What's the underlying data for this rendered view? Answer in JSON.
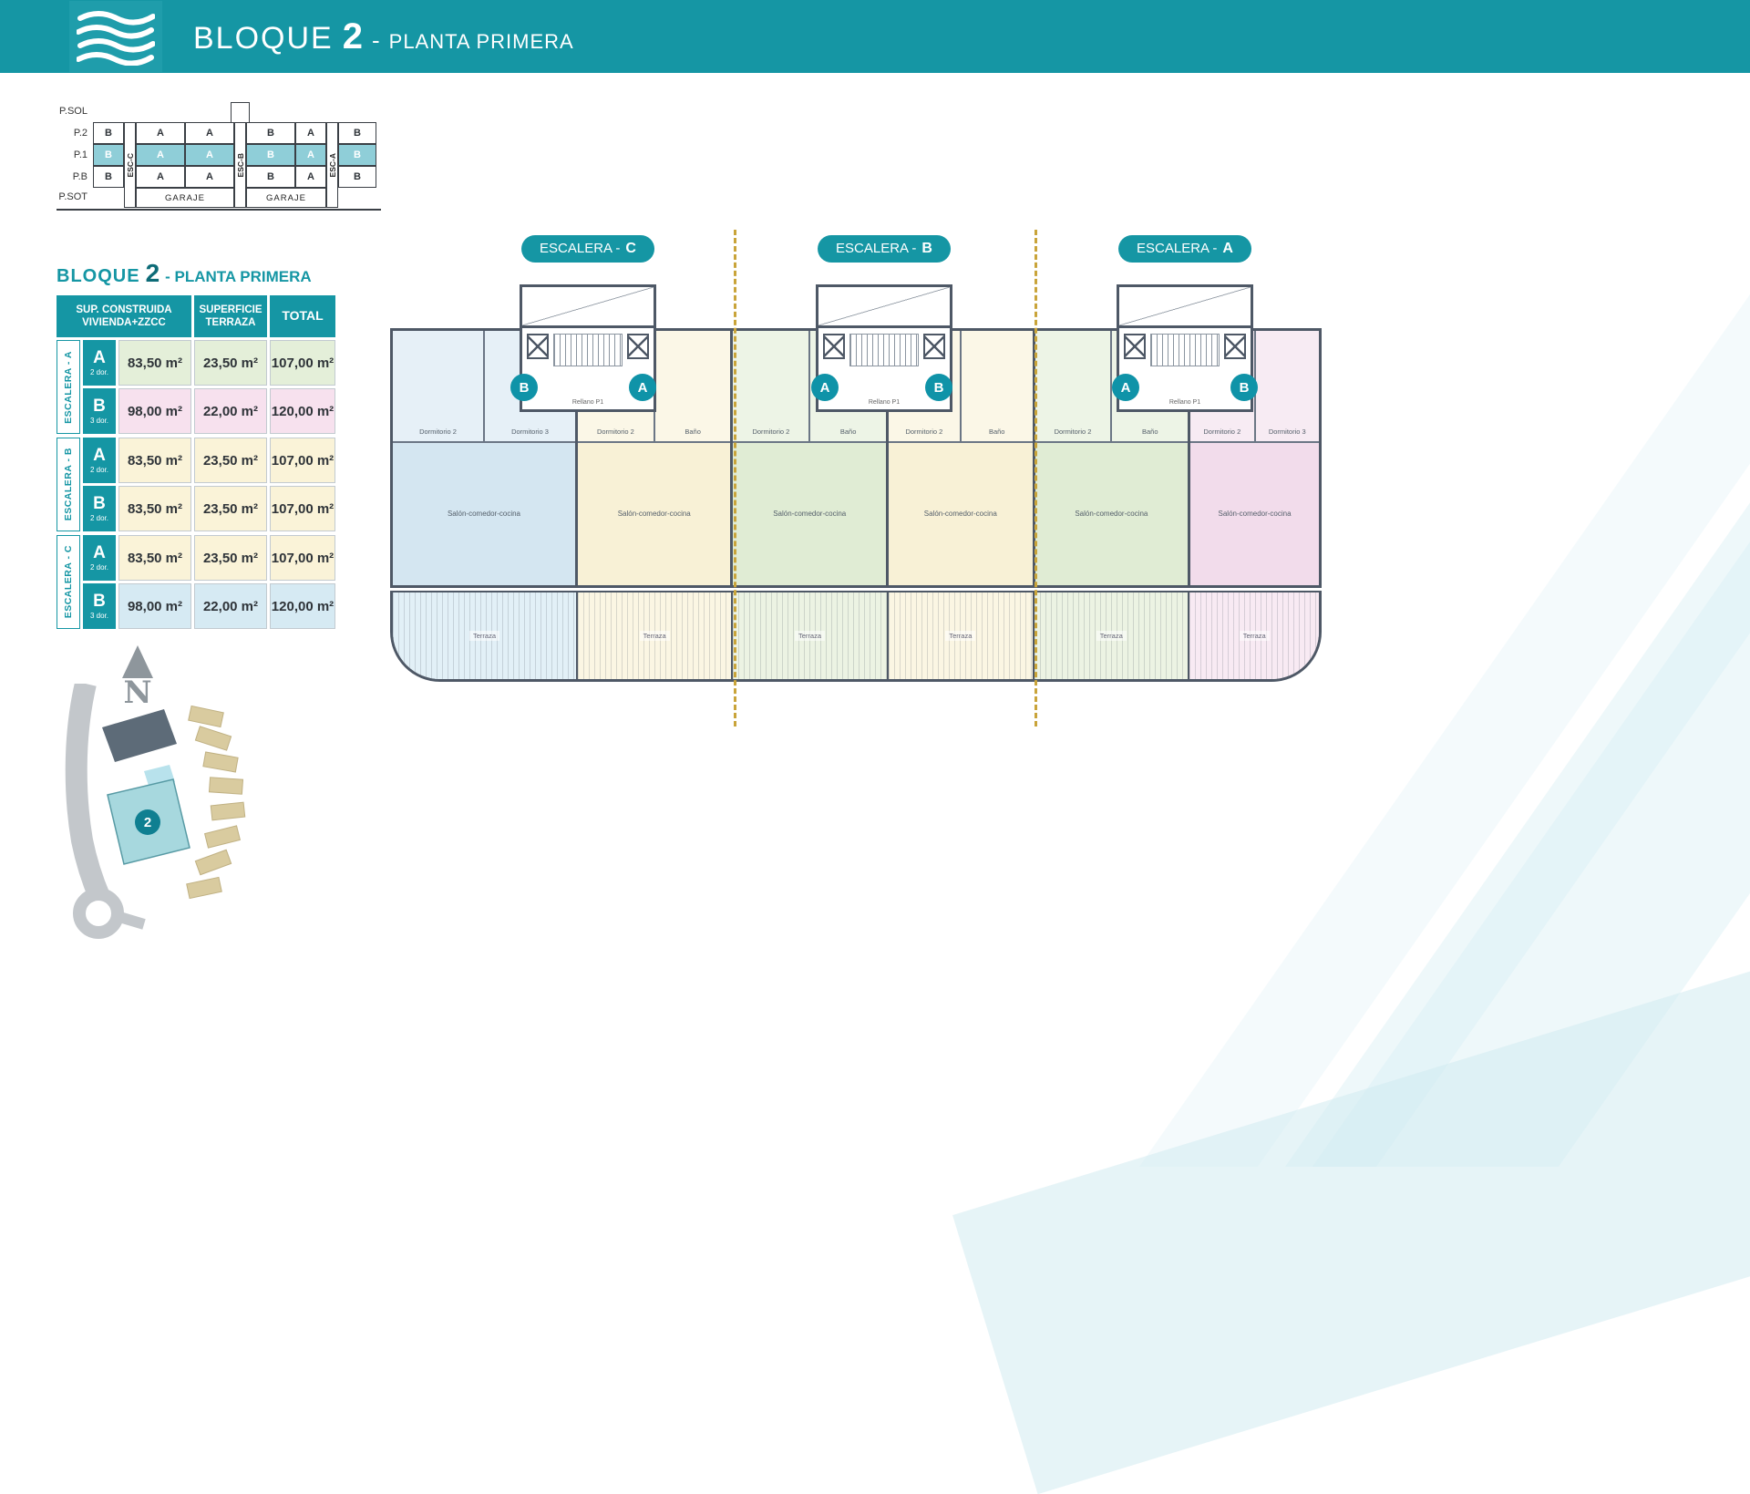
{
  "header": {
    "title_block": "BLOQUE",
    "title_number": "2",
    "title_dash": "-",
    "title_sub": "PLANTA PRIMERA"
  },
  "schema": {
    "floors": [
      "P.SOL",
      "P.2",
      "P.1",
      "P.B",
      "P.SOT"
    ],
    "p2": [
      "B",
      "A",
      "A",
      "B",
      "A",
      "B"
    ],
    "p1": [
      "B",
      "A",
      "A",
      "B",
      "A",
      "B"
    ],
    "pb": [
      "B",
      "A",
      "A",
      "B",
      "A",
      "B"
    ],
    "esc": [
      "ESC-C",
      "ESC-B",
      "ESC-A"
    ],
    "garaje": [
      "GARAJE",
      "GARAJE"
    ]
  },
  "table": {
    "title_block": "BLOQUE",
    "title_number": "2",
    "title_rest": "- PLANTA PRIMERA",
    "header_col1_line1": "SUP. CONSTRUIDA",
    "header_col1_line2": "VIVIENDA+ZZCC",
    "header_col2_line1": "SUPERFICIE",
    "header_col2_line2": "TERRAZA",
    "header_col3": "TOTAL",
    "groups": [
      {
        "label": "ESCALERA - A",
        "rows": [
          {
            "letter": "A",
            "dorm": "2 dor.",
            "sup": "83,50 m²",
            "terraza": "23,50 m²",
            "total": "107,00 m²"
          },
          {
            "letter": "B",
            "dorm": "3 dor.",
            "sup": "98,00 m²",
            "terraza": "22,00 m²",
            "total": "120,00 m²"
          }
        ]
      },
      {
        "label": "ESCALERA - B",
        "rows": [
          {
            "letter": "A",
            "dorm": "2 dor.",
            "sup": "83,50 m²",
            "terraza": "23,50 m²",
            "total": "107,00 m²"
          },
          {
            "letter": "B",
            "dorm": "2 dor.",
            "sup": "83,50 m²",
            "terraza": "23,50 m²",
            "total": "107,00 m²"
          }
        ]
      },
      {
        "label": "ESCALERA - C",
        "rows": [
          {
            "letter": "A",
            "dorm": "2 dor.",
            "sup": "83,50 m²",
            "terraza": "23,50 m²",
            "total": "107,00 m²"
          },
          {
            "letter": "B",
            "dorm": "3 dor.",
            "sup": "98,00 m²",
            "terraza": "22,00 m²",
            "total": "120,00 m²"
          }
        ]
      }
    ]
  },
  "plan": {
    "pills": [
      {
        "prefix": "ESCALERA -",
        "letter": "C"
      },
      {
        "prefix": "ESCALERA -",
        "letter": "B"
      },
      {
        "prefix": "ESCALERA -",
        "letter": "A"
      }
    ],
    "core_label": "Rellano P1",
    "badges": [
      "B",
      "A",
      "A",
      "B",
      "A",
      "B"
    ],
    "units": [
      {
        "room_a": "Dormitorio 2",
        "room_b": "Dormitorio 3",
        "salon": "Salón-comedor-cocina",
        "terraza": "Terraza"
      },
      {
        "room_a": "Dormitorio 2",
        "room_b": "Baño",
        "salon": "Salón-comedor-cocina",
        "terraza": "Terraza"
      },
      {
        "room_a": "Dormitorio 2",
        "room_b": "Baño",
        "salon": "Salón-comedor-cocina",
        "terraza": "Terraza"
      },
      {
        "room_a": "Dormitorio 2",
        "room_b": "Baño",
        "salon": "Salón-comedor-cocina",
        "terraza": "Terraza"
      },
      {
        "room_a": "Dormitorio 2",
        "room_b": "Baño",
        "salon": "Salón-comedor-cocina",
        "terraza": "Terraza"
      },
      {
        "room_a": "Dormitorio 2",
        "room_b": "Dormitorio 3",
        "salon": "Salón-comedor-cocina",
        "terraza": "Terraza"
      }
    ]
  },
  "site": {
    "badge": "2"
  },
  "compass": {
    "label": "N"
  }
}
